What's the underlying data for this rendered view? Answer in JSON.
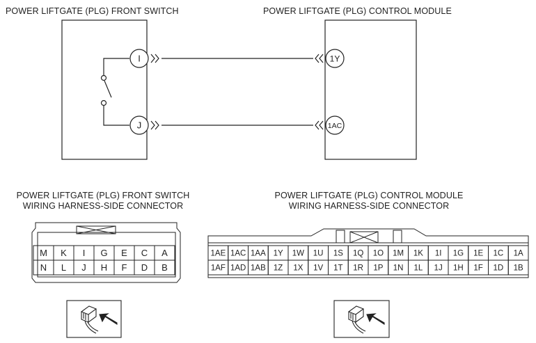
{
  "schematic": {
    "front_switch_title": "POWER LIFTGATE (PLG) FRONT SWITCH",
    "control_module_title": "POWER LIFTGATE (PLG) CONTROL MODULE",
    "switch_terminals": [
      "I",
      "J"
    ],
    "module_terminals": [
      "1Y",
      "1AC"
    ]
  },
  "switch_connector": {
    "title_line1": "POWER LIFTGATE (PLG) FRONT SWITCH",
    "title_line2": "WIRING HARNESS-SIDE CONNECTOR",
    "row1": [
      "M",
      "K",
      "I",
      "G",
      "E",
      "C",
      "A"
    ],
    "row2": [
      "N",
      "L",
      "J",
      "H",
      "F",
      "D",
      "B"
    ]
  },
  "module_connector": {
    "title_line1": "POWER LIFTGATE (PLG) CONTROL MODULE",
    "title_line2": "WIRING HARNESS-SIDE CONNECTOR",
    "row1": [
      "1AE",
      "1AC",
      "1AA",
      "1Y",
      "1W",
      "1U",
      "1S",
      "1Q",
      "1O",
      "1M",
      "1K",
      "1I",
      "1G",
      "1E",
      "1C",
      "1A"
    ],
    "row2": [
      "1AF",
      "1AD",
      "1AB",
      "1Z",
      "1X",
      "1V",
      "1T",
      "1R",
      "1P",
      "1N",
      "1L",
      "1J",
      "1H",
      "1F",
      "1D",
      "1B"
    ]
  },
  "icons": {
    "connector_view_icon": "connector-plug-arrow-icon"
  }
}
